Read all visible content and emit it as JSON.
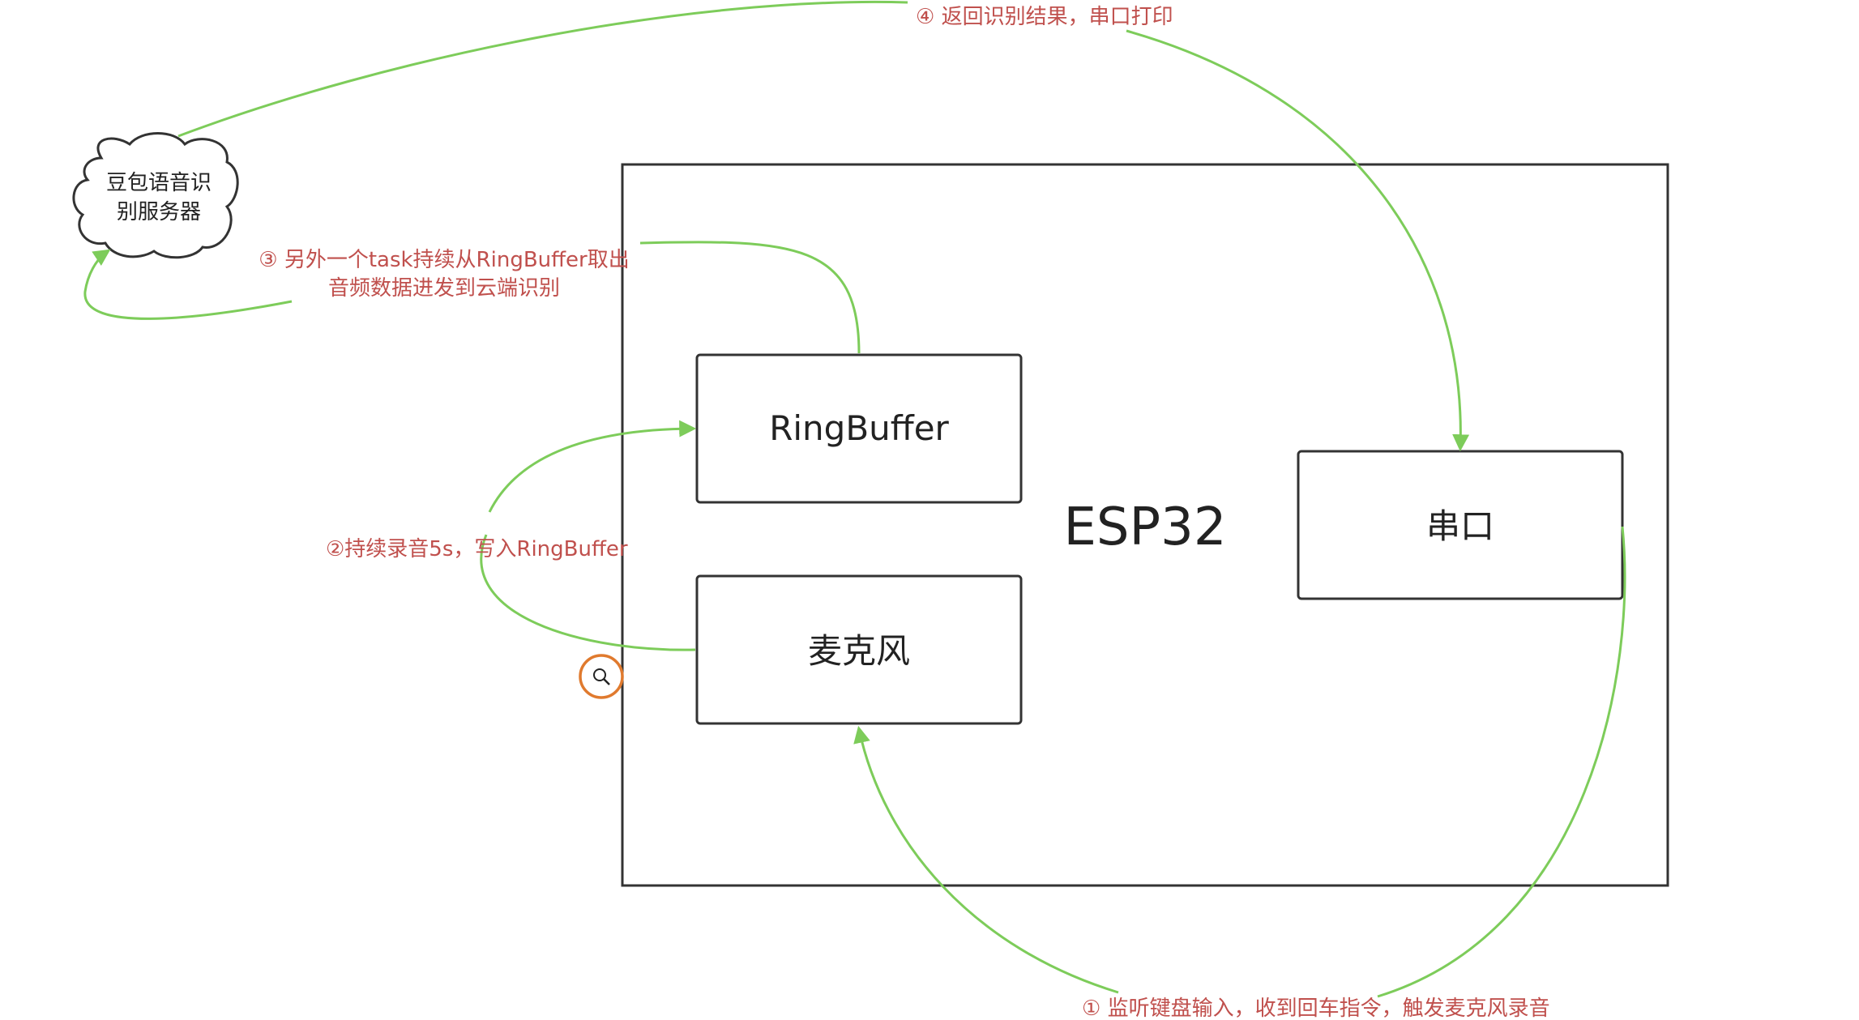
{
  "diagram": {
    "board_label": "ESP32",
    "ringbuffer_label": "RingBuffer",
    "microphone_label": "麦克风",
    "serial_label": "串口",
    "cloud_label_line1": "豆包语音识",
    "cloud_label_line2": "别服务器"
  },
  "annotations": {
    "step1": "① 监听键盘输入，收到回车指令，触发麦克风录音",
    "step2": "②持续录音5s，写入RingBuffer",
    "step3_line1": "③ 另外一个task持续从RingBuffer取出",
    "step3_line2": "音频数据进发到云端识别",
    "step4": "④ 返回识别结果，串口打印"
  },
  "colors": {
    "arrow": "#7dcc5a",
    "annotation_text": "#c0504d",
    "box_stroke": "#333333",
    "cursor_ring": "#e07a2e"
  },
  "icons": {
    "cursor": "zoom-cursor-icon"
  }
}
